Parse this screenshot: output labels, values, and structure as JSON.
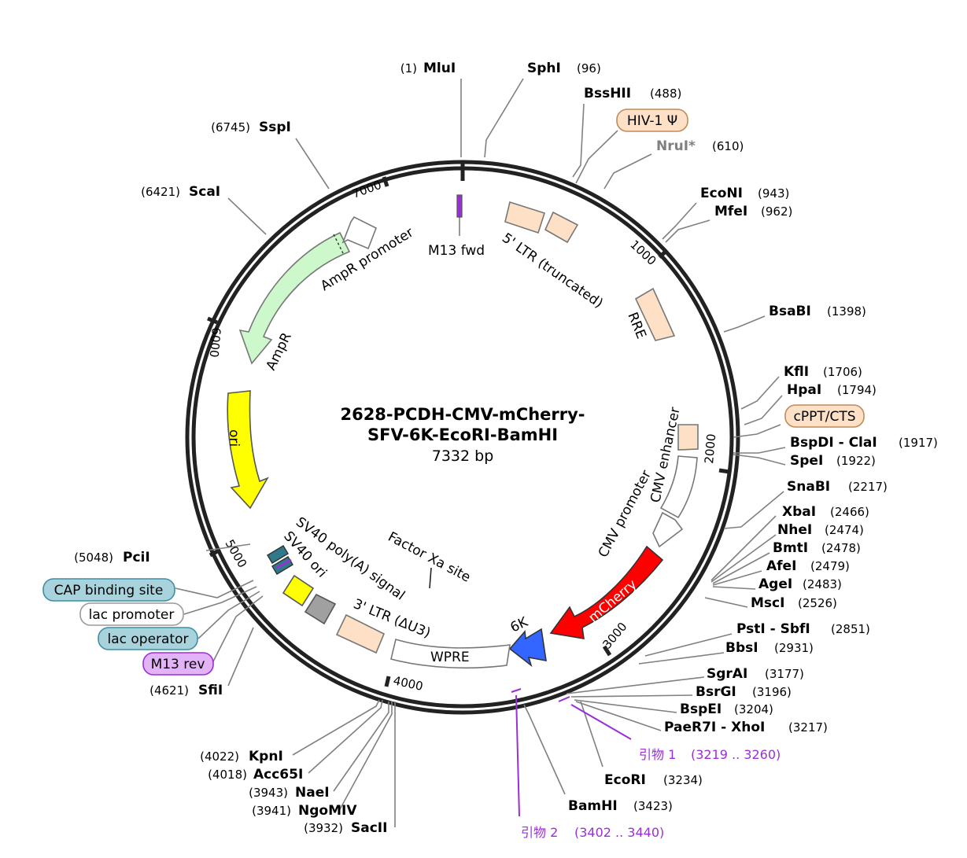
{
  "plasmid": {
    "name_line1": "2628-PCDH-CMV-mCherry-",
    "name_line2": "SFV-6K-EcoRI-BamHI",
    "size": "7332 bp"
  },
  "ticks": [
    "1000",
    "2000",
    "3000",
    "4000",
    "5000",
    "6000",
    "7000"
  ],
  "sites": [
    {
      "name": "MluI",
      "pos": "(1)"
    },
    {
      "name": "SphI",
      "pos": "(96)"
    },
    {
      "name": "BssHII",
      "pos": "(488)"
    },
    {
      "name": "NruI*",
      "pos": "(610)"
    },
    {
      "name": "EcoNI",
      "pos": "(943)"
    },
    {
      "name": "MfeI",
      "pos": "(962)"
    },
    {
      "name": "BsaBI",
      "pos": "(1398)"
    },
    {
      "name": "KflI",
      "pos": "(1706)"
    },
    {
      "name": "HpaI",
      "pos": "(1794)"
    },
    {
      "name": "BspDI - ClaI",
      "pos": "(1917)"
    },
    {
      "name": "SpeI",
      "pos": "(1922)"
    },
    {
      "name": "SnaBI",
      "pos": "(2217)"
    },
    {
      "name": "XbaI",
      "pos": "(2466)"
    },
    {
      "name": "NheI",
      "pos": "(2474)"
    },
    {
      "name": "BmtI",
      "pos": "(2478)"
    },
    {
      "name": "AfeI",
      "pos": "(2479)"
    },
    {
      "name": "AgeI",
      "pos": "(2483)"
    },
    {
      "name": "MscI",
      "pos": "(2526)"
    },
    {
      "name": "PstI - SbfI",
      "pos": "(2851)"
    },
    {
      "name": "BbsI",
      "pos": "(2931)"
    },
    {
      "name": "SgrAI",
      "pos": "(3177)"
    },
    {
      "name": "BsrGI",
      "pos": "(3196)"
    },
    {
      "name": "BspEI",
      "pos": "(3204)"
    },
    {
      "name": "PaeR7I - XhoI",
      "pos": "(3217)"
    },
    {
      "name": "EcoRI",
      "pos": "(3234)"
    },
    {
      "name": "BamHI",
      "pos": "(3423)"
    },
    {
      "name": "KpnI",
      "pos": "(4022)"
    },
    {
      "name": "Acc65I",
      "pos": "(4018)"
    },
    {
      "name": "NaeI",
      "pos": "(3943)"
    },
    {
      "name": "NgoMIV",
      "pos": "(3941)"
    },
    {
      "name": "SacII",
      "pos": "(3932)"
    },
    {
      "name": "SfiI",
      "pos": "(4621)"
    },
    {
      "name": "PciI",
      "pos": "(5048)"
    },
    {
      "name": "ScaI",
      "pos": "(6421)"
    },
    {
      "name": "SspI",
      "pos": "(6745)"
    }
  ],
  "primers": [
    {
      "name": "引物 1",
      "range": "(3219 .. 3260)"
    },
    {
      "name": "引物 2",
      "range": "(3402 .. 3440)"
    }
  ],
  "badges": [
    {
      "label": "HIV-1 Ψ",
      "color": "#fde0c5",
      "border": "#c08a5a"
    },
    {
      "label": "cPPT/CTS",
      "color": "#fde0c5",
      "border": "#c08a5a"
    },
    {
      "label": "CAP binding site",
      "color": "#a8d3dd",
      "border": "#3e8ea5"
    },
    {
      "label": "lac promoter",
      "color": "#ffffff",
      "border": "#9a9a9a"
    },
    {
      "label": "lac operator",
      "color": "#a8d3dd",
      "border": "#3e8ea5"
    },
    {
      "label": "M13 rev",
      "color": "#e3b3f7",
      "border": "#9a2fd8"
    }
  ],
  "features": [
    {
      "label": "M13 fwd",
      "color": "#9a2fd8"
    },
    {
      "label": "5' LTR (truncated)",
      "color": "#fde0c5"
    },
    {
      "label": "RRE",
      "color": "#fde0c5"
    },
    {
      "label": "CMV enhancer",
      "color": "#ffffff"
    },
    {
      "label": "CMV promoter",
      "color": "#ffffff"
    },
    {
      "label": "mCherry",
      "color": "#ff0000"
    },
    {
      "label": "6K",
      "color": "#3366ff"
    },
    {
      "label": "WPRE",
      "color": "#ffffff"
    },
    {
      "label": "3' LTR (ΔU3)",
      "color": "#fde0c5"
    },
    {
      "label": "Factor Xa site",
      "color": "#000000"
    },
    {
      "label": "SV40 poly(A) signal",
      "color": "#a0a0a0"
    },
    {
      "label": "SV40 ori",
      "color": "#ffff00"
    },
    {
      "label": "ori",
      "color": "#ffff00"
    },
    {
      "label": "AmpR",
      "color": "#ccf8cc"
    },
    {
      "label": "AmpR promoter",
      "color": "#ffffff"
    }
  ]
}
